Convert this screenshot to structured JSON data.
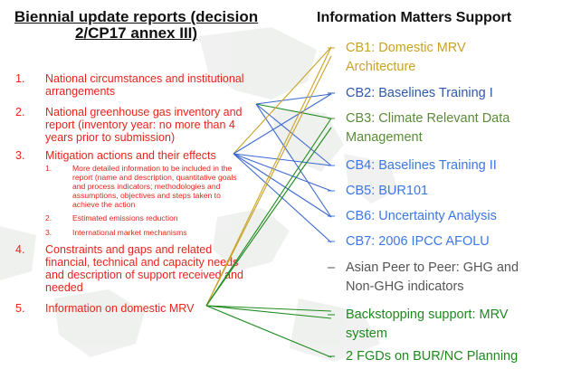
{
  "left": {
    "title_line1": "Biennial update reports (decision",
    "title_line2": "2/CP17 annex III)",
    "items": [
      {
        "num": "1.",
        "lines": [
          "National circumstances and institutional",
          "arrangements"
        ]
      },
      {
        "num": "2.",
        "lines": [
          "National greenhouse gas inventory and",
          "report (inventory year: no more than 4",
          "years prior to submission)"
        ]
      },
      {
        "num": "3.",
        "lines": [
          "Mitigation actions and their effects"
        ]
      },
      {
        "num": "4.",
        "lines": [
          "Constraints and gaps and related",
          "financial, technical and capacity needs",
          "and description of support received and",
          "needed"
        ]
      },
      {
        "num": "5.",
        "lines": [
          "Information on domestic MRV"
        ]
      }
    ],
    "subitems": [
      {
        "num": "1.",
        "lines": [
          "More detailed information to be included in the",
          "report (name and description, quantitative goals",
          "and process indicators; methodologies and",
          "assumptions, objectives and steps taken to",
          "achieve the action"
        ]
      },
      {
        "num": "2.",
        "lines": [
          "Estimated emissions reduction"
        ]
      },
      {
        "num": "3.",
        "lines": [
          "International market mechanisms"
        ]
      }
    ]
  },
  "right": {
    "title": "Information Matters Support",
    "dash": "–",
    "items": [
      {
        "lines": [
          "CB1: Domestic MRV",
          "Architecture"
        ],
        "color": "#c9a227"
      },
      {
        "lines": [
          "CB2: Baselines Training I"
        ],
        "color": "#2e5aa8"
      },
      {
        "lines": [
          "CB3: Climate Relevant Data",
          "Management"
        ],
        "color": "#5a8a3a"
      },
      {
        "lines": [
          "CB4: Baselines Training II"
        ],
        "color": "#3c78e0"
      },
      {
        "lines": [
          "CB5: BUR101"
        ],
        "color": "#3c78e0"
      },
      {
        "lines": [
          "CB6: Uncertainty Analysis"
        ],
        "color": "#3c78e0"
      },
      {
        "lines": [
          "CB7: 2006 IPCC AFOLU"
        ],
        "color": "#3c78e0"
      },
      {
        "lines": [
          "Asian Peer to Peer: GHG and",
          "Non-GHG indicators"
        ],
        "color": "#555555"
      },
      {
        "lines": [
          "Backstopping support: MRV",
          "system"
        ],
        "color": "#1e8a1e"
      },
      {
        "lines": [
          "2 FGDs on BUR/NC Planning"
        ],
        "color": "#1e8a1e"
      }
    ]
  },
  "colors": {
    "item_red": "#e8231b",
    "line_gold": "#c9a227",
    "line_blue": "#3c68d0",
    "line_green": "#1e8a1e"
  },
  "connectors": [
    {
      "from": "Mitigation actions and their effects",
      "to": "CB1: Domestic MRV Architecture",
      "color": "#c9a227"
    },
    {
      "from": "Information on domestic MRV",
      "to": "CB1: Domestic MRV Architecture",
      "color": "#c9a227"
    },
    {
      "from": "Information on domestic MRV",
      "to": "CB1: Domestic MRV Architecture",
      "color": "#c9a227"
    },
    {
      "from": "National greenhouse gas inventory and report",
      "to": "CB2: Baselines Training I",
      "color": "#3c68d0"
    },
    {
      "from": "Mitigation actions and their effects",
      "to": "CB2: Baselines Training I",
      "color": "#3c68d0"
    },
    {
      "from": "National greenhouse gas inventory and report",
      "to": "CB3: Climate Relevant Data Management",
      "color": "#1e8a1e"
    },
    {
      "from": "Information on domestic MRV",
      "to": "CB3: Climate Relevant Data Management",
      "color": "#1e8a1e"
    },
    {
      "from": "Information on domestic MRV",
      "to": "CB3: Climate Relevant Data Management",
      "color": "#1e8a1e"
    },
    {
      "from": "National greenhouse gas inventory and report",
      "to": "CB4: Baselines Training II",
      "color": "#3c68d0"
    },
    {
      "from": "Mitigation actions and their effects",
      "to": "CB4: Baselines Training II",
      "color": "#3c68d0"
    },
    {
      "from": "Mitigation actions and their effects",
      "to": "CB5: BUR101",
      "color": "#3c68d0"
    },
    {
      "from": "National greenhouse gas inventory and report",
      "to": "CB6: Uncertainty Analysis",
      "color": "#3c68d0"
    },
    {
      "from": "Mitigation actions and their effects",
      "to": "CB6: Uncertainty Analysis",
      "color": "#3c68d0"
    },
    {
      "from": "Mitigation actions and their effects",
      "to": "CB7: 2006 IPCC AFOLU",
      "color": "#3c68d0"
    },
    {
      "from": "Information on domestic MRV",
      "to": "Backstopping support: MRV system",
      "color": "#1e8a1e"
    },
    {
      "from": "Information on domestic MRV",
      "to": "Backstopping support: MRV system",
      "color": "#1e8a1e"
    },
    {
      "from": "Information on domestic MRV",
      "to": "2 FGDs on BUR/NC Planning",
      "color": "#1e8a1e"
    }
  ]
}
